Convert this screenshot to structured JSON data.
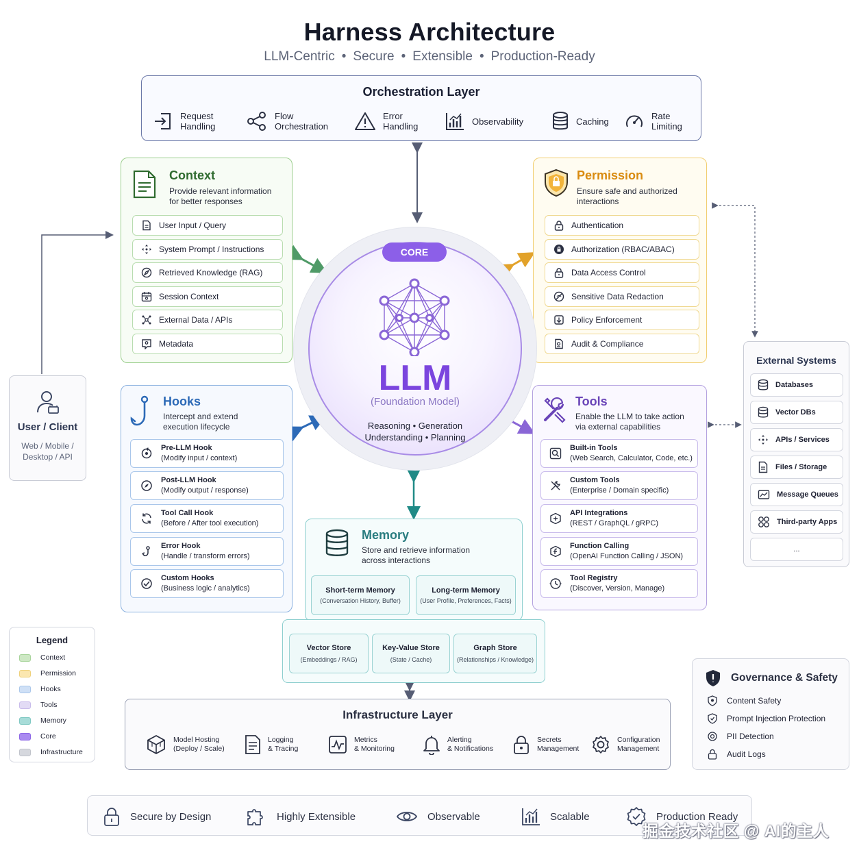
{
  "header": {
    "title": "Harness Architecture",
    "subtitle": [
      "LLM-Centric",
      "Secure",
      "Extensible",
      "Production-Ready"
    ]
  },
  "orchestration": {
    "title": "Orchestration Layer",
    "items": [
      {
        "icon": "login-arrow-icon",
        "label1": "Request",
        "label2": "Handling"
      },
      {
        "icon": "share-nodes-icon",
        "label1": "Flow",
        "label2": "Orchestration"
      },
      {
        "icon": "warning-triangle-icon",
        "label1": "Error",
        "label2": "Handling"
      },
      {
        "icon": "bar-chart-icon",
        "label1": "Observability",
        "label2": ""
      },
      {
        "icon": "database-icon",
        "label1": "Caching",
        "label2": ""
      },
      {
        "icon": "speedometer-icon",
        "label1": "Rate",
        "label2": "Limiting"
      }
    ]
  },
  "context": {
    "title": "Context",
    "desc1": "Provide relevant information",
    "desc2": "for better responses",
    "items": [
      "User Input / Query",
      "System Prompt / Instructions",
      "Retrieved Knowledge (RAG)",
      "Session Context",
      "External Data / APIs",
      "Metadata"
    ]
  },
  "permission": {
    "title": "Permission",
    "desc1": "Ensure safe and authorized",
    "desc2": "interactions",
    "items": [
      "Authentication",
      "Authorization (RBAC/ABAC)",
      "Data Access Control",
      "Sensitive Data Redaction",
      "Policy Enforcement",
      "Audit & Compliance"
    ]
  },
  "core": {
    "pill": "CORE",
    "title": "LLM",
    "subtitle": "(Foundation Model)",
    "caps1": "Reasoning • Generation",
    "caps2": "Understanding • Planning"
  },
  "hooks": {
    "title": "Hooks",
    "desc1": "Intercept and extend",
    "desc2": "execution lifecycle",
    "items": [
      {
        "name": "Pre-LLM Hook",
        "detail": "(Modify input / context)"
      },
      {
        "name": "Post-LLM Hook",
        "detail": "(Modify output / response)"
      },
      {
        "name": "Tool Call Hook",
        "detail": "(Before / After tool execution)"
      },
      {
        "name": "Error Hook",
        "detail": "(Handle / transform errors)"
      },
      {
        "name": "Custom Hooks",
        "detail": "(Business logic / analytics)"
      }
    ]
  },
  "tools": {
    "title": "Tools",
    "desc1": "Enable the LLM to take action",
    "desc2": "via external capabilities",
    "items": [
      {
        "name": "Built-in Tools",
        "detail": "(Web Search, Calculator, Code, etc.)"
      },
      {
        "name": "Custom Tools",
        "detail": "(Enterprise / Domain specific)"
      },
      {
        "name": "API Integrations",
        "detail": "(REST / GraphQL / gRPC)"
      },
      {
        "name": "Function Calling",
        "detail": "(OpenAI Function Calling / JSON)"
      },
      {
        "name": "Tool Registry",
        "detail": "(Discover, Version, Manage)"
      }
    ]
  },
  "memory": {
    "title": "Memory",
    "desc1": "Store and retrieve information",
    "desc2": "across interactions",
    "types": [
      {
        "name": "Short-term Memory",
        "detail": "(Conversation History, Buffer)"
      },
      {
        "name": "Long-term Memory",
        "detail": "(User Profile, Preferences, Facts)"
      }
    ],
    "stores": [
      {
        "name": "Vector Store",
        "detail": "(Embeddings / RAG)"
      },
      {
        "name": "Key-Value Store",
        "detail": "(State / Cache)"
      },
      {
        "name": "Graph Store",
        "detail": "(Relationships / Knowledge)"
      }
    ]
  },
  "user": {
    "title": "User / Client",
    "line1": "Web / Mobile /",
    "line2": "Desktop / API"
  },
  "external": {
    "title": "External Systems",
    "items": [
      "Databases",
      "Vector DBs",
      "APIs / Services",
      "Files / Storage",
      "Message Queues",
      "Third-party Apps",
      "..."
    ]
  },
  "legend": {
    "title": "Legend",
    "items": [
      {
        "label": "Context",
        "color": "#cde8c4"
      },
      {
        "label": "Permission",
        "color": "#fbe7b0"
      },
      {
        "label": "Hooks",
        "color": "#cfe0f6"
      },
      {
        "label": "Tools",
        "color": "#e2dbf5"
      },
      {
        "label": "Memory",
        "color": "#a7dcd8"
      },
      {
        "label": "Core",
        "color": "#a98af0"
      },
      {
        "label": "Infrastructure",
        "color": "#d6d8de"
      }
    ]
  },
  "infrastructure": {
    "title": "Infrastructure Layer",
    "items": [
      {
        "label1": "Model Hosting",
        "label2": "(Deploy / Scale)"
      },
      {
        "label1": "Logging",
        "label2": "& Tracing"
      },
      {
        "label1": "Metrics",
        "label2": "& Monitoring"
      },
      {
        "label1": "Alerting",
        "label2": "& Notifications"
      },
      {
        "label1": "Secrets",
        "label2": "Management"
      },
      {
        "label1": "Configuration",
        "label2": "Management"
      }
    ]
  },
  "governance": {
    "title": "Governance & Safety",
    "items": [
      "Content Safety",
      "Prompt Injection Protection",
      "PII Detection",
      "Audit Logs"
    ]
  },
  "footer": {
    "items": [
      "Secure by Design",
      "Highly Extensible",
      "Observable",
      "Scalable",
      "Production Ready"
    ]
  },
  "watermark": "掘金技术社区 @ AI的主人",
  "colors": {
    "context": "#2f6b2f",
    "permission": "#d98b10",
    "hooks": "#2d6ab7",
    "tools": "#6a45b8",
    "memory": "#2a7d80",
    "core": "#7b45de"
  }
}
